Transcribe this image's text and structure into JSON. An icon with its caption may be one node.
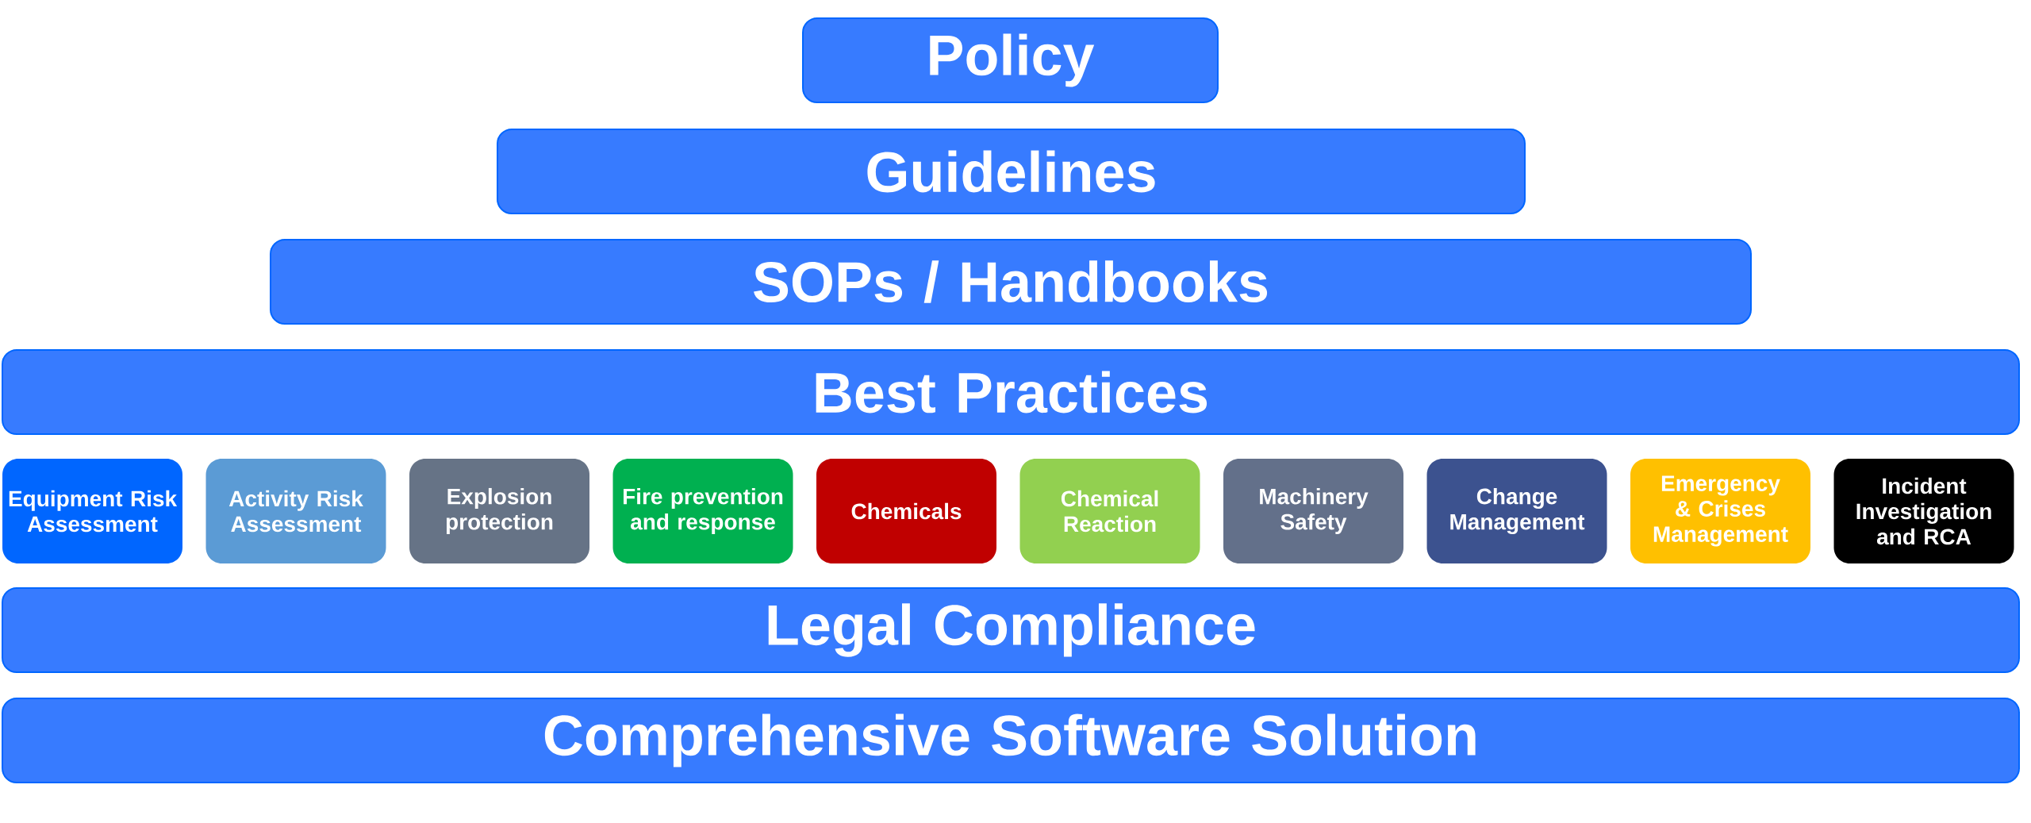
{
  "diagram": {
    "nodes": [
      {
        "text": [
          "Policy"
        ]
      },
      {
        "text": [
          "Guidelines"
        ]
      },
      {
        "text": [
          "SOPs / Handbooks"
        ]
      },
      {
        "text": [
          "Best Practices"
        ]
      },
      {
        "text": [
          "Equipment Risk Assessment"
        ]
      },
      {
        "text": [
          "Activity Risk Assessment"
        ]
      },
      {
        "text": [
          "Explosion protection"
        ]
      },
      {
        "text": [
          "Fire prevention and response"
        ]
      },
      {
        "text": [
          "Chemicals"
        ]
      },
      {
        "text": [
          "Chemical Reaction"
        ]
      },
      {
        "text": [
          "Machinery Safety"
        ]
      },
      {
        "text": [
          "Change Management"
        ]
      },
      {
        "text": [
          "Emergency & Crises Management"
        ]
      },
      {
        "text": [
          "Incident Investigation and RCA"
        ]
      },
      {
        "text": [
          "Legal Compliance"
        ]
      },
      {
        "text": [
          "Comprehensive Software Solution"
        ]
      }
    ]
  }
}
